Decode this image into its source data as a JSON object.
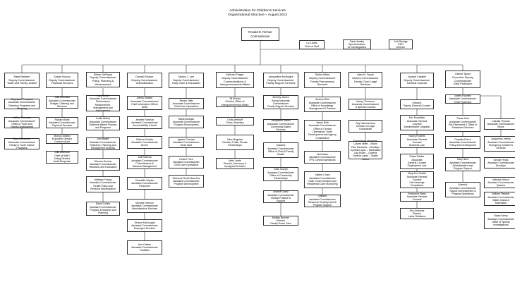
{
  "header": {
    "line1": "Administration for Children's Services",
    "line2": "Organizational Structure – August 2013"
  },
  "commissioner": "Ronald E. Richter\nCommissioner",
  "staff": [
    "Liz Laurie\nChief of Staff",
    "Sara Hamley\nSpecial Advisor\nfor Investigations",
    "Jodi Savage\nEEO\nDirector"
  ],
  "columns": [
    {
      "head": "Raye Barbieri\nDeputy Commissioner\nYouth and Family Justice",
      "subs": [
        "Stephanie Prussack\nAssociate Commissioner\nDetention Programs and\nPlanning",
        "JaRee Sherman\nAssociate Commissioner\nOffice of Youth and\nFamily Development",
        "Sara Hemmeter\nAssociate Commissioner\nFamily & Youth Justice\nPrograms"
      ]
    },
    {
      "head": "Susan Nuccio\nDeputy Commissioner\nFinancial Services",
      "subs": [
        "Jose Mercado\nAssistant Commissioner\nBudget, Claiming and\nRevenue",
        "Richard Bank\nAssistant Commissioner\nPayment Services",
        "Monica Gilliard\nExecutive Director\nContract Audit",
        "Julia Bitterson\nChief of Staff /\nActing Director\nAudit Response"
      ]
    },
    {
      "head": "Eileen DeRaym\nDeputy Commissioner\nPolicy, Planning &\nMeasurement",
      "subs": [
        "Kary Smith\nAssociate Commissioner\nPerformance Measurement,\nManagement and\nImprovement",
        "Leslie Abbey\nAssociate Commissioner\nEvidence-Based Practice\nand Programs",
        "Ann Blaine\nAssistant Commissioner\nResearch, Planning and\nManagement Analysis",
        "Sheena Gunnar\nAssistant Commissioner\nResearch and Evaluation",
        "Matthew Fassig\nAssistant Commissioner\nHealth Policy and\nRevenue Maximization",
        "David Collins\nAssistant Commissioner\nProgram Innovation and\nPlanning"
      ]
    },
    {
      "head": "Donald Shaver\nDeputy Commissioner\nAdministration",
      "subs": [
        "Jeffrey Meister\nAssociate Commissioner/\nChief Information Officer\n(MIS)",
        "Jennifer Fairman\nAssistant Commissioner\nAccountability & Audit",
        "Patricia Chabla\nAssistant Commissioner\nACCO",
        "Anil Sharma\nAssistant Commissioner\nIT Architecture &\nNetwork Management",
        "Claudette Wynter\nAssistant Commissioner\nPersonnel",
        "Michael Harmon\nAssistant Commissioner\nAdministrative Services",
        "Sharon McDougall\nAssistant Commissioner\nEmployee Services",
        "Ana Cotaire\nAssistant Commissioner\nFacilities"
      ]
    },
    {
      "head": "Nancy J. Lee\nDeputy Commissioner\nEarly Care & Education",
      "subs": [
        "Renee Jaffe\nAssociate Commissioner\nChild Care Operations",
        "Maria Benejan\nAssociate Commissioner\nProgram Development",
        "Aysem Gucman\nAssistant Commissioner\nHead Start",
        "Robert Frieh\nAssistant Commissioner\nChild Care Operations",
        "Sherrone Smith-Sanchez\nAssistant Commissioner\nProgram Development"
      ]
    },
    {
      "head": "Michael Fagan\nDeputy Commissioner\nCommunications &\nIntergovernmental Affairs",
      "subs": [
        "Jill Krauss\nDirector, Office of\nIntergovernmental Affairs",
        "Chris Mehhoff\nPress Secretary",
        "Nina Mogelda\nDirector, Public Private\nPartnerships",
        "Mark Lewis\nDirector, Advocacy &\nImmigrant Services"
      ]
    },
    {
      "head": "Jacqueline McKnight\nDeputy Commissioner\nFamily Support Services",
      "subs": [
        "Beverly James\nActing Associate\nCommissioner\nFamily Support Services",
        "Jacqueline Martin\nAssociate Commissioner\nCommunity Based\nServices",
        "(Vacant)\nAssistant Commissioner\nOffice of Child & Family\nHealth",
        "Dale Joseph\nAssistant Commissioner\nOffice of Community\nPartnerships",
        "Andrea Goetz\nAssistant Commissioner\nClinical Practice &\nSupport",
        "Martha Brunner\nDirector\nFamily Home Care"
      ]
    },
    {
      "head": "Sheila Miller\nDeputy Commissioner\nFamily Permanency\nServices",
      "subs": [
        "Andrew Reid\nAssociate Commissioner\nOffice of Knowledge,\nManagement & Practice",
        "Jackie Roth\nAssociate Commissioner\nOffice of Central\nOperations, Youth\nDevelopment and Agency\nConsultation",
        "Iris Keaton\nAssistant Commissioner\nFPS Central Operations",
        "Sabine Chary\nAssistant Commissioner\nOlder Youth Services and\nResidential Care Monitoring",
        "(Vacant)\nAssistant Commissioner\nResource Development &\nProgram Support"
      ]
    },
    {
      "head": "Alan M. Sputz\nDeputy Commissioner\nFamily Court Legal\nServices",
      "subs": [
        "Nancy Thomson\nAssociate Commissioner\nA.Special Counsel",
        "Ray Hammerman\nDirector of Legal\nCompliance",
        "Supervising Attorneys:\nLauren Miller – Bronx\nPaul Savarese – Brooklyn\nCynthia Lopez – Manhattan\nLisa Rubin – Queens\nCynthia Lopez – Staten\nIsland"
      ]
    },
    {
      "head": "Joseph Cardieri\nDeputy Commissioner\nGeneral Counsel",
      "subs": [
        "(Vacant)\nDeputy General Counsel",
        "Eric Pearlstein\nAssociate General\nCounsel\nAdministrative Litigation",
        "Nancy Roberts\nAssociate General\nCounsel\nBusiness Law",
        "Susan Barker\nAssociate\nGeneral Counsel\nEmployment Law",
        "Mary Ann Guatto\nAssociate General\nCounsel\nFair Hearings\nCompliance",
        "Frabionne Marin\nAssociate General\nCounsel",
        "Eric Ambrose\nDirector\nLabor Relations"
      ]
    },
    {
      "head": "Gilbert Taylor\nExecutive Deputy\nCommissioner\nChild Protection",
      "subs": [
        "Eileen Hourieh\nAssociate Commissioner\nChild Protection",
        "Travis John\nAssociate Commissioner\nPre-Placement & Office of\nPlacement Services",
        "Camelia Pierre\nAssociate Commissioner\nPolicy and Development",
        "Mary Neel\nAssistant Commissioner\nAdministration and\nProgram Support",
        "(Vacant)\nAssistant Commissioner\nSupport Development &\nProgram Operations"
      ]
    }
  ],
  "boroughs": [
    "Claudia Thomas\nAssociate Commissioner\nBronx",
    "Jacqueline Jeffrey\nAssistant Commissioner\nEmergency Children's\nServices",
    "Denise Hinds\nAssistant Commissioner\nBrooklyn",
    "Marsha Kelson\nAssistant Commissioner\nQueens",
    "William Fletcher\nAssistant Commissioner\nStaten Island &\nManhattan",
    "Bryan Kemp\nAssistant Commissioner\nOffice of Special\nInvestigations"
  ]
}
